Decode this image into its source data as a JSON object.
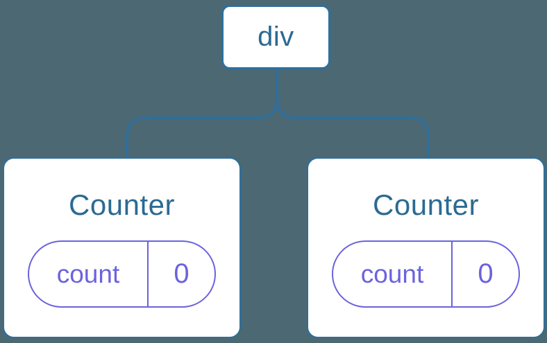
{
  "colors": {
    "background": "#4c6873",
    "connector_line": "#2d6f9e",
    "node_border": "#2d6f9e",
    "node_text": "#2b6a92",
    "state_accent": "#6b63dd",
    "card_background": "#ffffff"
  },
  "root": {
    "label": "div"
  },
  "children": [
    {
      "title": "Counter",
      "state": {
        "key": "count",
        "value": "0"
      }
    },
    {
      "title": "Counter",
      "state": {
        "key": "count",
        "value": "0"
      }
    }
  ]
}
